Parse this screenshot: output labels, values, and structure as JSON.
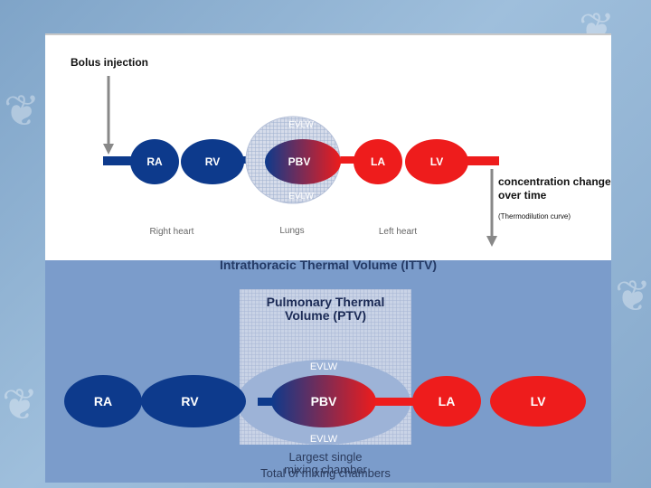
{
  "top_diagram": {
    "bolus_label": "Bolus injection",
    "chambers": {
      "ra": "RA",
      "rv": "RV",
      "pbv": "PBV",
      "la": "LA",
      "lv": "LV"
    },
    "evlw_top": "EVLW",
    "evlw_bottom": "EVLW",
    "concentration_line1": "concentration changes",
    "concentration_line2": "over time",
    "thermodilution_note": "(Thermodilution curve)",
    "section_right_heart": "Right heart",
    "section_lungs": "Lungs",
    "section_left_heart": "Left heart"
  },
  "bottom_diagram": {
    "ittv_title": "Intrathoracic Thermal Volume (ITTV)",
    "ptv_line1": "Pulmonary Thermal",
    "ptv_line2": "Volume (PTV)",
    "chambers": {
      "ra": "RA",
      "rv": "RV",
      "pbv": "PBV",
      "la": "LA",
      "lv": "LV"
    },
    "evlw_top": "EVLW",
    "evlw_bottom": "EVLW",
    "largest_line1": "Largest single",
    "largest_line2": "mixing chamber",
    "total_label": "Total of mixing chambers"
  },
  "colors": {
    "blue": "#0d3a8c",
    "red": "#ee1c1c",
    "slide_bottom": "#7b9ccb",
    "background": "#8fb1d3"
  }
}
